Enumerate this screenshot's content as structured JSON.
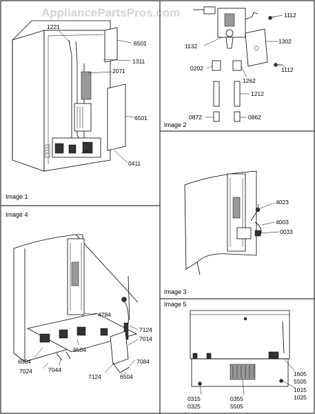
{
  "watermark": "AppliancePartsPros.com",
  "panels": {
    "image1": {
      "caption": "Image 1",
      "labels": [
        "1221",
        "6501",
        "1311",
        "2071",
        "6501",
        "0411"
      ]
    },
    "image2": {
      "caption": "Image 2",
      "labels": [
        "1112",
        "1132",
        "1302",
        "0202",
        "1262",
        "1112",
        "1212",
        "0872",
        "0862"
      ]
    },
    "image3": {
      "caption": "Image 3",
      "labels": [
        "4023",
        "4003",
        "0033"
      ]
    },
    "image4": {
      "caption": "Image 4",
      "labels": [
        "4784",
        "7124",
        "6504",
        "7014",
        "6504",
        "7044",
        "7084",
        "7024",
        "7124",
        "6504"
      ]
    },
    "image5": {
      "caption": "Image 5",
      "labels": [
        "1605",
        "5505",
        "1015",
        "1025",
        "0315",
        "0325",
        "0355",
        "5505"
      ]
    }
  }
}
